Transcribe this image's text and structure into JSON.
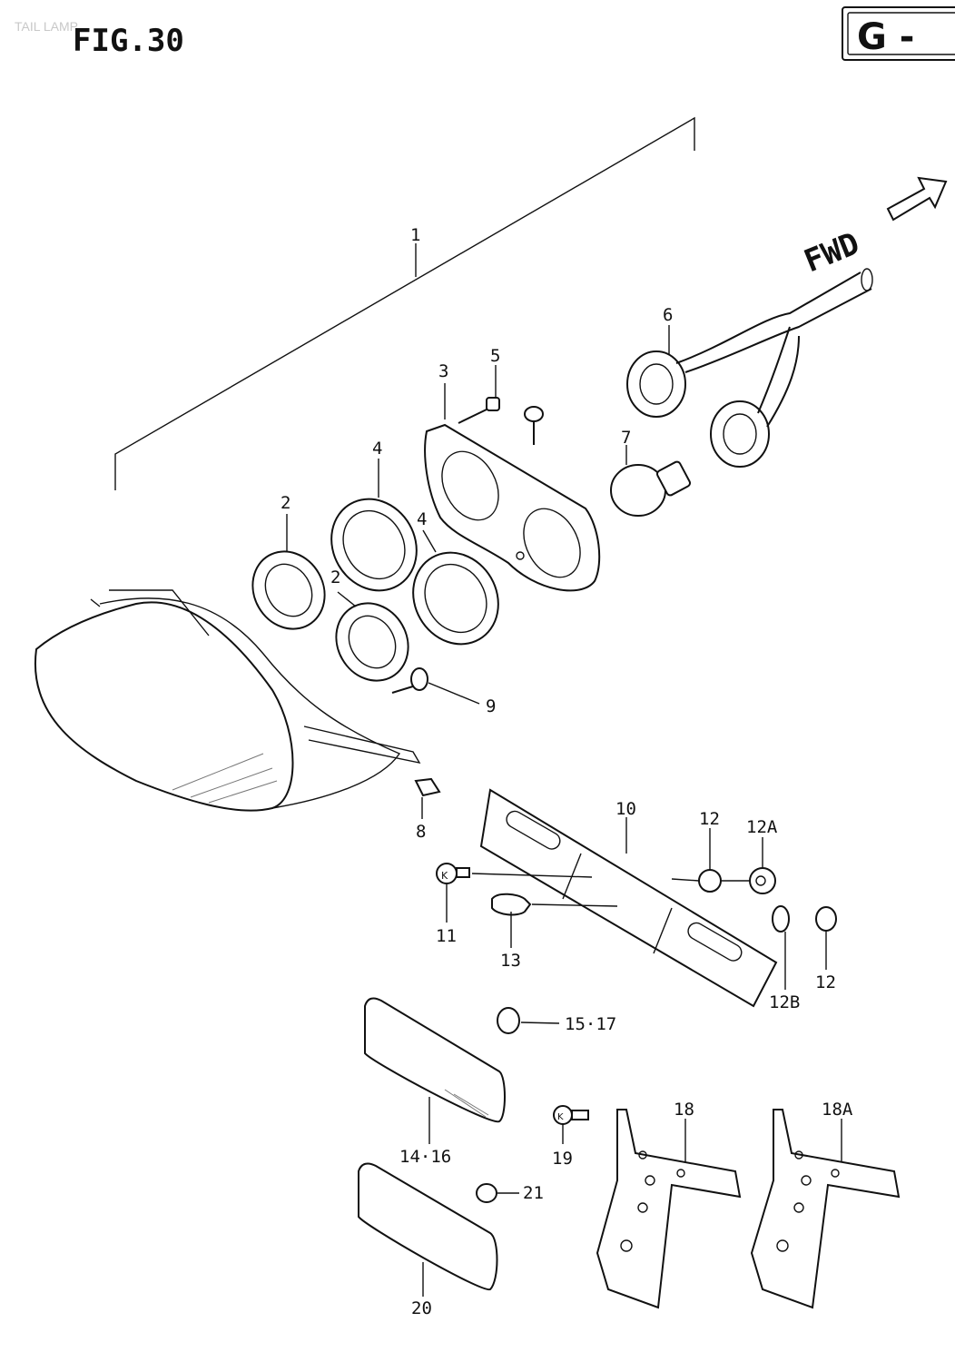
{
  "header": {
    "faint_caption": "TAIL LAMP",
    "figure_label": "FIG.30",
    "group_code": "G - "
  },
  "direction_marker": {
    "text": "FWD"
  },
  "callouts": [
    {
      "id": "c1",
      "text": "1"
    },
    {
      "id": "c2a",
      "text": "2"
    },
    {
      "id": "c2b",
      "text": "2"
    },
    {
      "id": "c3",
      "text": "3"
    },
    {
      "id": "c4a",
      "text": "4"
    },
    {
      "id": "c4b",
      "text": "4"
    },
    {
      "id": "c5",
      "text": "5"
    },
    {
      "id": "c6",
      "text": "6"
    },
    {
      "id": "c7",
      "text": "7"
    },
    {
      "id": "c8",
      "text": "8"
    },
    {
      "id": "c9",
      "text": "9"
    },
    {
      "id": "c10",
      "text": "10"
    },
    {
      "id": "c11",
      "text": "11"
    },
    {
      "id": "c12a",
      "text": "12"
    },
    {
      "id": "c12A",
      "text": "12A"
    },
    {
      "id": "c12B",
      "text": "12B"
    },
    {
      "id": "c12b",
      "text": "12"
    },
    {
      "id": "c13",
      "text": "13"
    },
    {
      "id": "c1517",
      "text": "15·17"
    },
    {
      "id": "c1416",
      "text": "14·16"
    },
    {
      "id": "c18",
      "text": "18"
    },
    {
      "id": "c18A",
      "text": "18A"
    },
    {
      "id": "c19",
      "text": "19"
    },
    {
      "id": "c20",
      "text": "20"
    },
    {
      "id": "c21",
      "text": "21"
    }
  ],
  "icons": {
    "screw_head_mark": "K"
  }
}
